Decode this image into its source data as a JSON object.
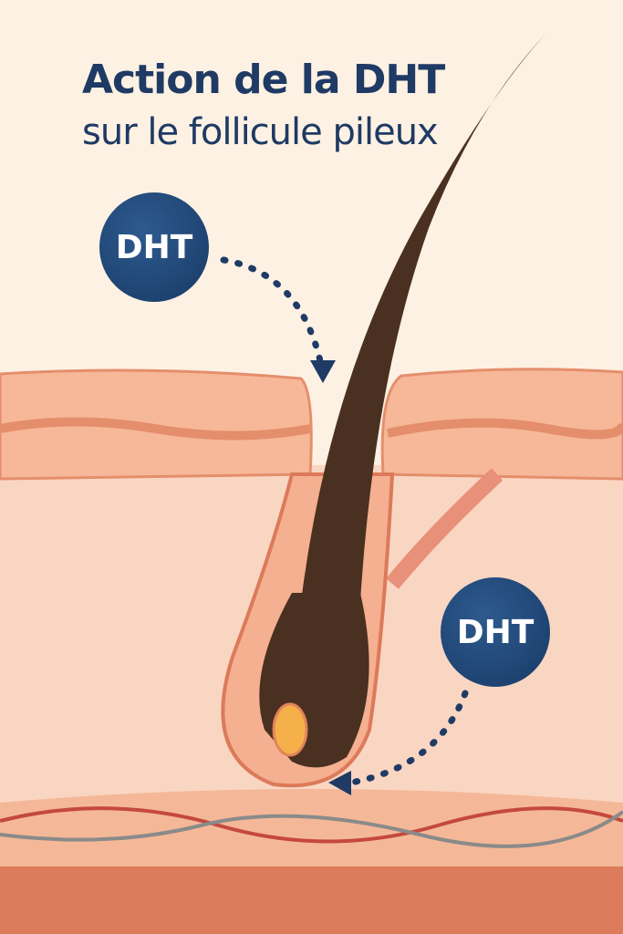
{
  "title": "Action de la DHT",
  "subtitle": "sur le follicule pileux",
  "badges": [
    "DHT",
    "DHT"
  ],
  "colors": {
    "text": "#1f3a64",
    "badge": "#1e4475",
    "hair": "#4a3020",
    "skin": "#f5c4a8",
    "background": "#fdf1e3"
  }
}
